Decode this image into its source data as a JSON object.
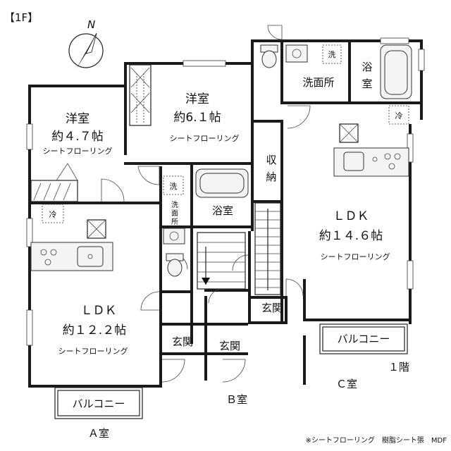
{
  "floor_label": "【1F】",
  "compass_label": "N",
  "rooms": {
    "a_western": {
      "name": "洋室",
      "size": "約４.７帖",
      "floor": "シートフローリング"
    },
    "b_western": {
      "name": "洋室",
      "size": "約6.１帖",
      "floor": "シートフローリング"
    },
    "a_ldk": {
      "name": "ＬＤＫ",
      "size": "約１２.２帖",
      "floor": "シートフローリング"
    },
    "c_ldk": {
      "name": "ＬＤＫ",
      "size": "約１４.６帖",
      "floor": "シートフローリング"
    },
    "b_bath": "浴室",
    "c_bath": "浴室",
    "b_washroom": "洗面所",
    "c_washroom": "洗面所",
    "c_storage": "収納",
    "a_entrance": "玄関",
    "b_entrance": "玄関",
    "c_entrance": "玄関",
    "a_balcony": "バルコニー",
    "c_balcony": "バルコニー"
  },
  "markers": {
    "washer": "洗",
    "fridge": "冷"
  },
  "unit_labels": {
    "a": "Ａ室",
    "b": "Ｂ室",
    "c": "Ｃ室",
    "c_floor": "１階"
  },
  "footnote": "※シートフローリング　樹脂シート張　MDF"
}
